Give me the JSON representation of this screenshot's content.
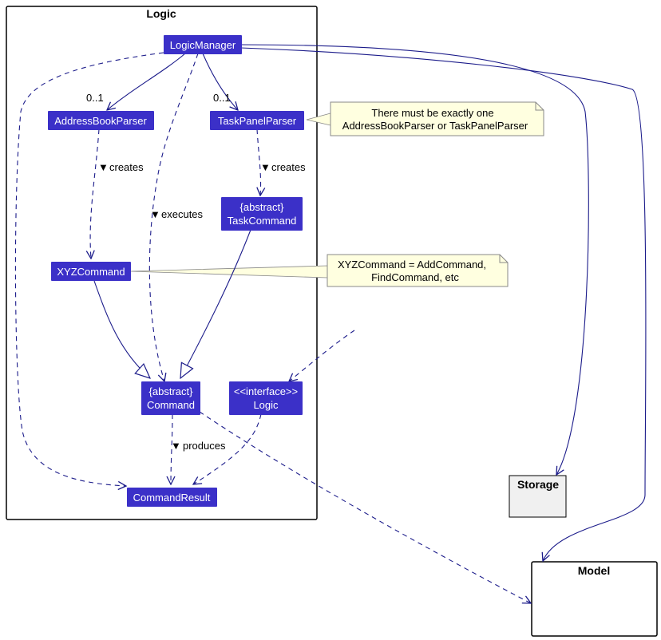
{
  "colors": {
    "class_fill": "#3b30c8",
    "edge": "#1b1b8a",
    "note_fill": "#ffffe0",
    "storage_fill": "#f0f0f0"
  },
  "packages": {
    "logic": "Logic",
    "model": "Model",
    "storage": "Storage"
  },
  "classes": {
    "logic_manager": "LogicManager",
    "address_book_parser": "AddressBookParser",
    "task_panel_parser": "TaskPanelParser",
    "task_command": [
      "{abstract}",
      "TaskCommand"
    ],
    "xyz_command": "XYZCommand",
    "command": [
      "{abstract}",
      "Command"
    ],
    "logic_interface": [
      "<<interface>>",
      "Logic"
    ],
    "command_result": "CommandResult"
  },
  "edge_labels": {
    "mult_abp": "0..1",
    "mult_tpp": "0..1",
    "creates_left": "creates",
    "creates_right": "creates",
    "executes": "executes",
    "produces": "produces"
  },
  "notes": {
    "parser_note": [
      "There must be exactly one",
      "AddressBookParser or TaskPanelParser"
    ],
    "xyz_note": [
      "XYZCommand = AddCommand,",
      "FindCommand, etc"
    ]
  }
}
